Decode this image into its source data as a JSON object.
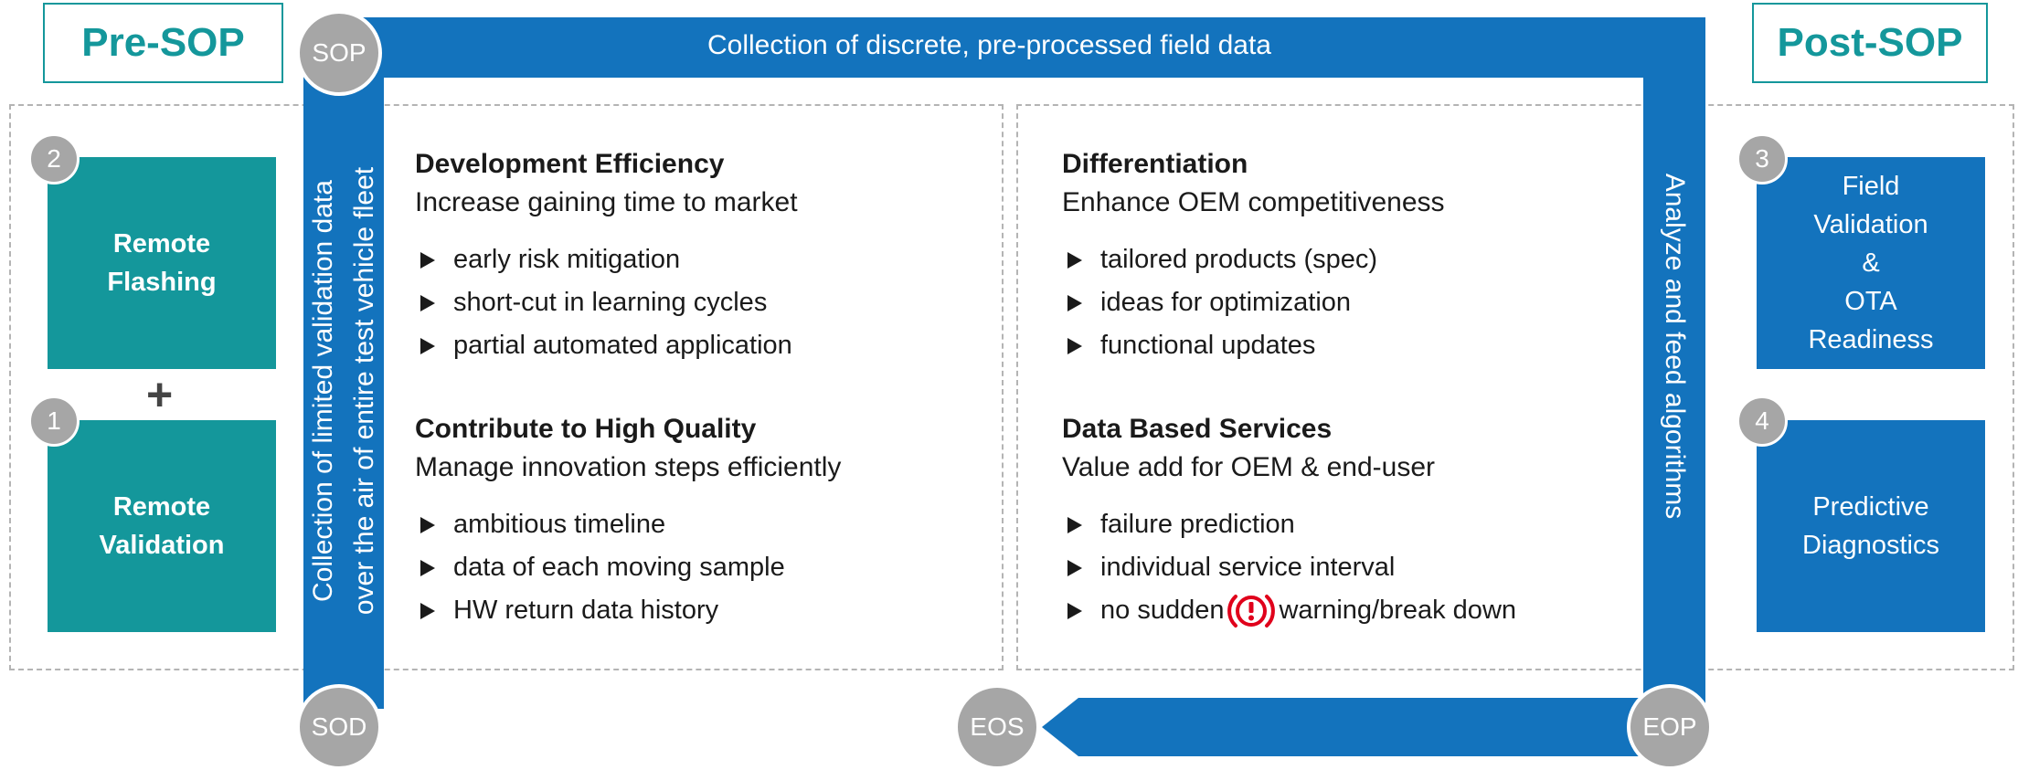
{
  "phases": {
    "pre": "Pre-SOP",
    "post": "Post-SOP"
  },
  "milestones": {
    "sop": "SOP",
    "sod": "SOD",
    "eos": "EOS",
    "eop": "EOP"
  },
  "track": {
    "top": "Collection of discrete, pre-processed field data",
    "left_line1": "Collection of limited validation data",
    "left_line2": "over the air of entire test vehicle fleet",
    "right": "Analyze and feed algorithms"
  },
  "left_boxes": [
    {
      "num": "2",
      "label": "Remote\nFlashing"
    },
    {
      "num": "1",
      "label": "Remote\nValidation"
    }
  ],
  "plus": "+",
  "right_boxes": [
    {
      "num": "3",
      "label": "Field\nValidation\n&\nOTA\nReadiness"
    },
    {
      "num": "4",
      "label": "Predictive\nDiagnostics"
    }
  ],
  "left_sections": [
    {
      "title": "Development Efficiency",
      "subtitle": "Increase gaining time to market",
      "bullets": [
        "early risk mitigation",
        "short-cut in learning cycles",
        "partial automated application"
      ]
    },
    {
      "title": "Contribute to High Quality",
      "subtitle": "Manage innovation steps efficiently",
      "bullets": [
        "ambitious timeline",
        "data of each moving sample",
        "HW return data history"
      ]
    }
  ],
  "right_sections": [
    {
      "title": "Differentiation",
      "subtitle": "Enhance OEM competitiveness",
      "bullets": [
        "tailored products (spec)",
        "ideas for optimization",
        "functional updates"
      ]
    },
    {
      "title": "Data Based Services",
      "subtitle": "Value add for OEM & end-user",
      "bullets": [
        "failure prediction",
        "individual service interval"
      ],
      "last_bullet_pre": "no sudden",
      "last_bullet_post": "warning/break down"
    }
  ],
  "colors": {
    "teal": "#14979b",
    "blue": "#1373bd",
    "grey": "#a6a6a6",
    "warning": "#e0001b"
  },
  "icons": {
    "warning": "warning-exclamation-icon",
    "bullet": "triangle-bullet-icon",
    "plus": "plus-icon"
  }
}
